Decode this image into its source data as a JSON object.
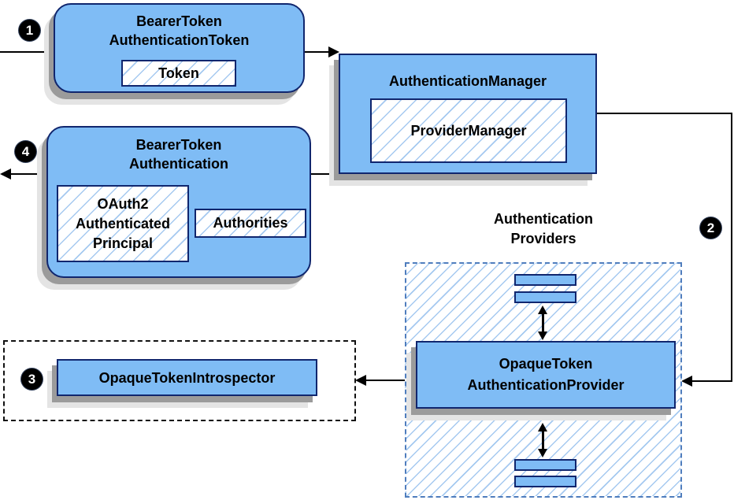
{
  "badges": {
    "step1": "1",
    "step2": "2",
    "step3": "3",
    "step4": "4"
  },
  "nodes": {
    "bearer_token_authentication_token": {
      "title_lines": [
        "BearerToken",
        "AuthenticationToken"
      ],
      "token_label": "Token"
    },
    "authentication_manager": {
      "title": "AuthenticationManager",
      "provider_manager_label": "ProviderManager"
    },
    "bearer_token_authentication": {
      "title_lines": [
        "BearerToken",
        "Authentication"
      ],
      "principal_lines": [
        "OAuth2",
        "Authenticated",
        "Principal"
      ],
      "authorities_label": "Authorities"
    },
    "authentication_providers_group": {
      "label_lines": [
        "Authentication",
        "Providers"
      ]
    },
    "opaque_token_authentication_provider": {
      "title_lines": [
        "OpaqueToken",
        "AuthenticationProvider"
      ]
    },
    "opaque_token_introspector": {
      "label": "OpaqueTokenIntrospector"
    }
  },
  "colors": {
    "node_fill": "#7fbcf5",
    "node_border": "#10266e",
    "hatch_line": "#a5c9f0",
    "dashed_border": "#4f7dbd",
    "shadow_dark": "#9b9b9b",
    "shadow_light": "#e4e4e4",
    "arrow": "#000000"
  }
}
